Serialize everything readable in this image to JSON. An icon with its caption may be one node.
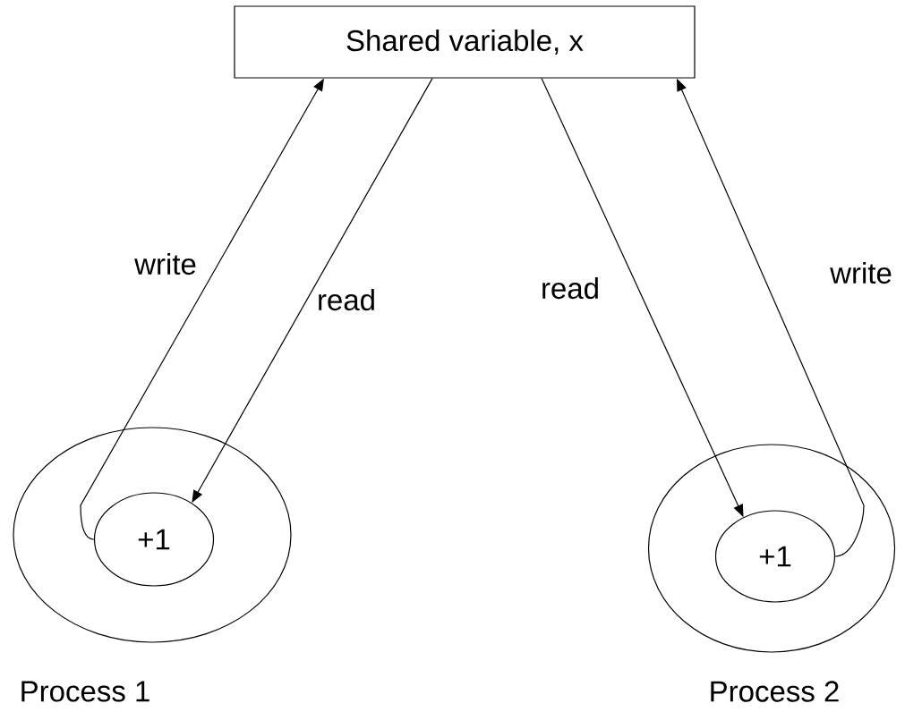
{
  "diagram": {
    "nodes": [
      {
        "text": [
          "Shared variable, x"
        ]
      },
      {
        "text": [
          "Process 1"
        ]
      },
      {
        "text": [
          "+1"
        ],
        "in": 1
      },
      {
        "text": [
          "Process 2"
        ]
      },
      {
        "text": [
          "+1"
        ],
        "in": 3
      }
    ],
    "edges": [
      {
        "from": 2,
        "to": 0,
        "arrow": "to",
        "label": "write"
      },
      {
        "from": 0,
        "to": 2,
        "arrow": "to",
        "label": "read"
      },
      {
        "from": 0,
        "to": 4,
        "arrow": "to",
        "label": "read"
      },
      {
        "from": 4,
        "to": 0,
        "arrow": "to",
        "label": "write"
      }
    ]
  }
}
